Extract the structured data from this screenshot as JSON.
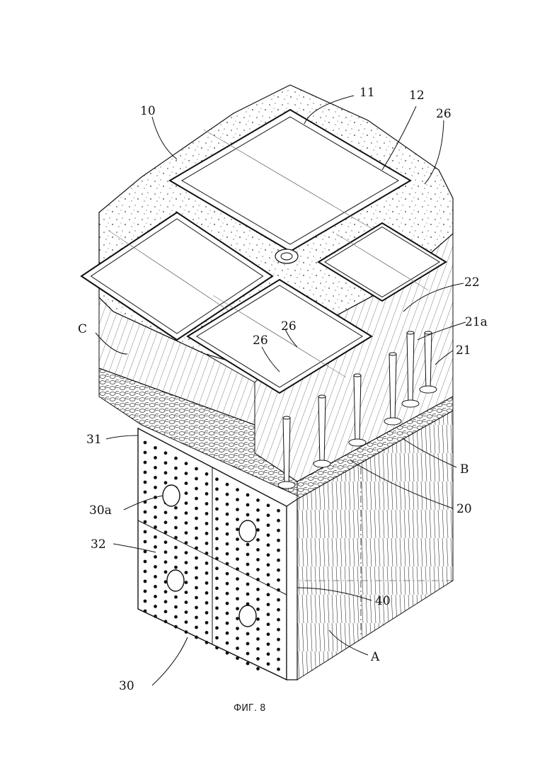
{
  "figure": {
    "caption": "ФИГ. 8",
    "reference_labels": {
      "l10": "10",
      "l11": "11",
      "l12": "12",
      "l26a": "26",
      "l22": "22",
      "l21a": "21a",
      "l21": "21",
      "lC": "C",
      "l26b": "26",
      "l26c": "26",
      "l31": "31",
      "lB": "B",
      "l30a": "30a",
      "l20": "20",
      "l32": "32",
      "l40": "40",
      "lA": "A",
      "l30": "30"
    }
  }
}
